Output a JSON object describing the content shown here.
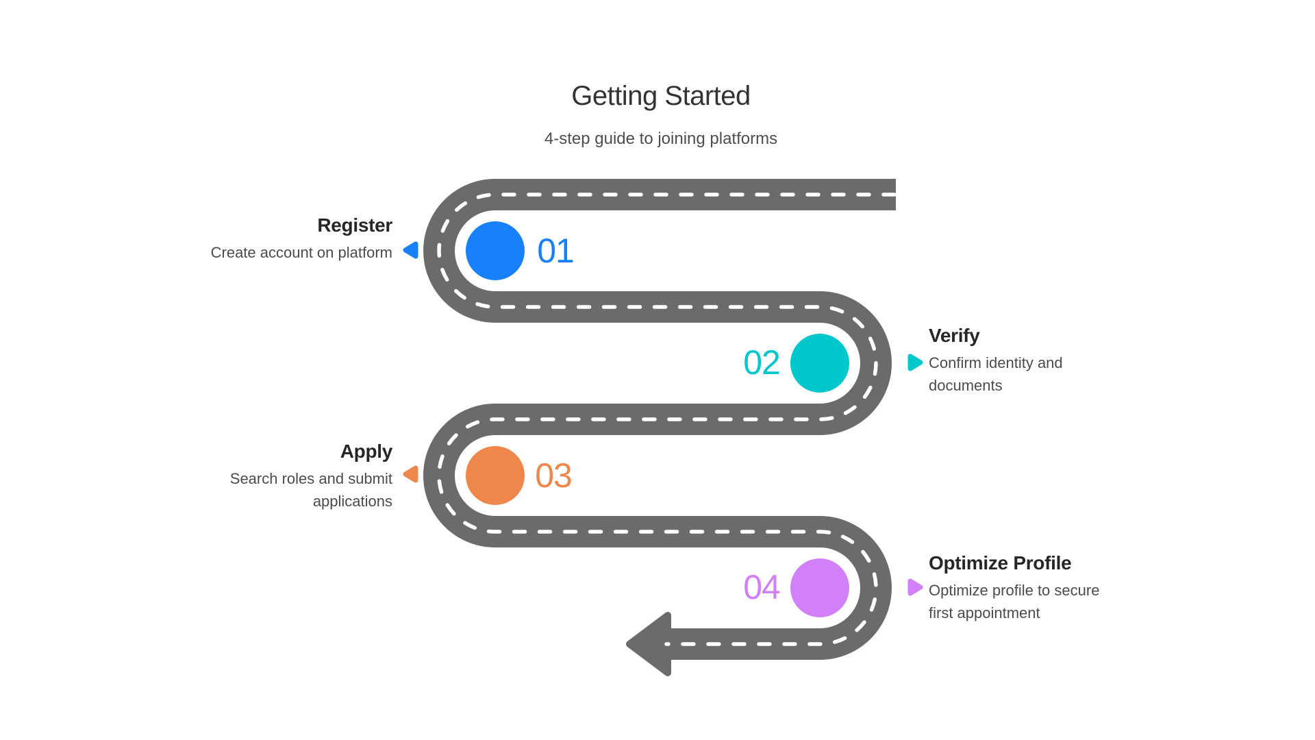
{
  "header": {
    "title": "Getting Started",
    "subtitle": "4-step guide to joining platforms"
  },
  "road": {
    "color": "#6b6b6b",
    "line_color": "#ffffff"
  },
  "steps": [
    {
      "number": "01",
      "title": "Register",
      "description": "Create account on platform",
      "color": "#1780fa",
      "side": "left"
    },
    {
      "number": "02",
      "title": "Verify",
      "description": "Confirm identity and documents",
      "color": "#00c7cb",
      "side": "right"
    },
    {
      "number": "03",
      "title": "Apply",
      "description": "Search roles and submit applications",
      "color": "#ef874d",
      "side": "left"
    },
    {
      "number": "04",
      "title": "Optimize Profile",
      "description": "Optimize profile to secure first appointment",
      "color": "#d180f9",
      "side": "right"
    }
  ]
}
